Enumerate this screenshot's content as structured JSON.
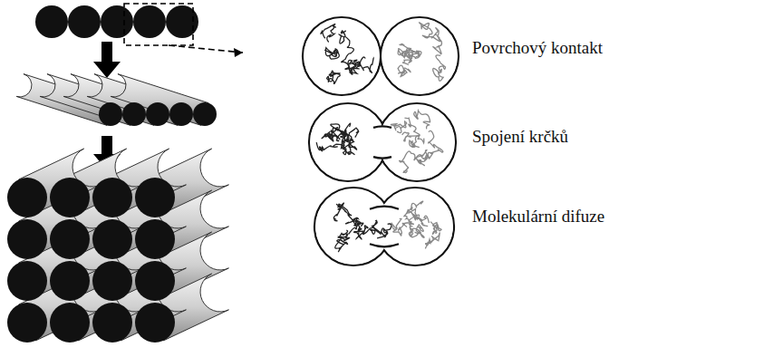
{
  "diagram": {
    "labels": [
      "Povrchový kontakt",
      "Spojení krčků",
      "Molekulární difuze"
    ]
  }
}
